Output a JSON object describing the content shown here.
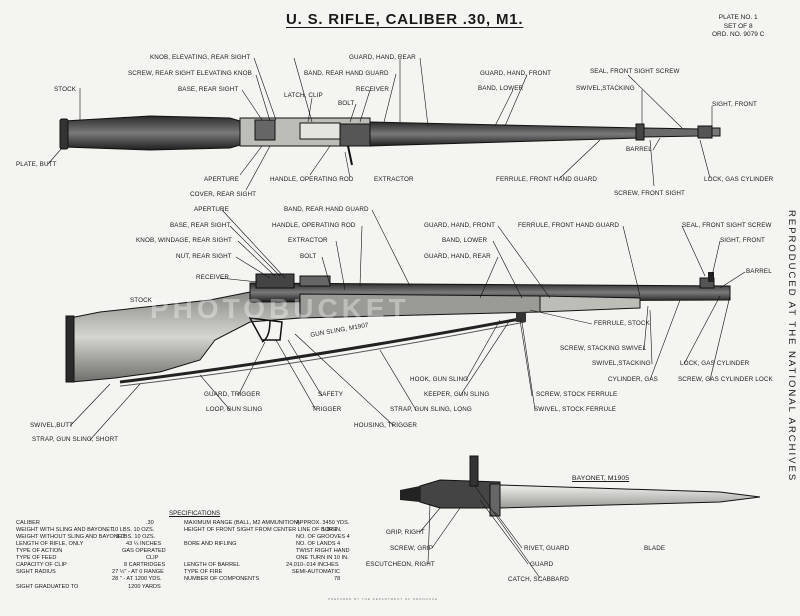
{
  "title": "U. S. RIFLE, CALIBER .30, M1.",
  "plate": {
    "line1": "PLATE NO. 1",
    "line2": "SET OF 8",
    "line3": "ORD. NO. 9079 C"
  },
  "side_text": "REPRODUCED AT THE NATIONAL ARCHIVES",
  "watermark": "PHOTOBUCKET",
  "labels_top": [
    {
      "id": "knob-elev",
      "text": "KNOB, ELEVATING, REAR SIGHT"
    },
    {
      "id": "screw-rear",
      "text": "SCREW, REAR SIGHT ELEVATING KNOB"
    },
    {
      "id": "base-rear",
      "text": "BASE, REAR SIGHT"
    },
    {
      "id": "stock",
      "text": "STOCK"
    },
    {
      "id": "plate-butt",
      "text": "PLATE, BUTT"
    },
    {
      "id": "aperture",
      "text": "APERTURE"
    },
    {
      "id": "cover-rear",
      "text": "COVER, REAR SIGHT"
    },
    {
      "id": "latch-clip",
      "text": "LATCH, CLIP"
    },
    {
      "id": "guard-hand-rear",
      "text": "GUARD, HAND, REAR"
    },
    {
      "id": "band-rear-guard",
      "text": "BAND, REAR HAND GUARD"
    },
    {
      "id": "receiver",
      "text": "RECEIVER"
    },
    {
      "id": "bolt",
      "text": "BOLT"
    },
    {
      "id": "handle-op",
      "text": "HANDLE, OPERATING ROD"
    },
    {
      "id": "extractor",
      "text": "EXTRACTOR"
    },
    {
      "id": "guard-hand-front",
      "text": "GUARD, HAND, FRONT"
    },
    {
      "id": "band-lower",
      "text": "BAND, LOWER"
    },
    {
      "id": "seal-front",
      "text": "SEAL, FRONT SIGHT SCREW"
    },
    {
      "id": "swivel-stacking",
      "text": "SWIVEL,STACKING"
    },
    {
      "id": "sight-front",
      "text": "SIGHT, FRONT"
    },
    {
      "id": "barrel",
      "text": "BARREL"
    },
    {
      "id": "ferrule-front",
      "text": "FERRULE, FRONT HAND GUARD"
    },
    {
      "id": "screw-front-sight",
      "text": "SCREW, FRONT SIGHT"
    },
    {
      "id": "lock-gas",
      "text": "LOCK, GAS CYLINDER"
    }
  ],
  "labels_mid": [
    {
      "id": "aperture",
      "text": "APERTURE"
    },
    {
      "id": "base-rear",
      "text": "BASE, REAR SIGHT"
    },
    {
      "id": "knob-windage",
      "text": "KNOB, WINDAGE, REAR SIGHT"
    },
    {
      "id": "nut-rear",
      "text": "NUT, REAR SIGHT"
    },
    {
      "id": "receiver",
      "text": "RECEIVER"
    },
    {
      "id": "stock",
      "text": "STOCK"
    },
    {
      "id": "band-rear-guard",
      "text": "BAND, REAR HAND GUARD"
    },
    {
      "id": "handle-op",
      "text": "HANDLE, OPERATING ROD"
    },
    {
      "id": "extractor",
      "text": "EXTRACTOR"
    },
    {
      "id": "bolt",
      "text": "BOLT"
    },
    {
      "id": "guard-hand-front",
      "text": "GUARD, HAND, FRONT"
    },
    {
      "id": "band-lower",
      "text": "BAND, LOWER"
    },
    {
      "id": "guard-hand-rear",
      "text": "GUARD, HAND, REAR"
    },
    {
      "id": "ferrule-front",
      "text": "FERRULE, FRONT HAND GUARD"
    },
    {
      "id": "seal-front",
      "text": "SEAL, FRONT SIGHT SCREW"
    },
    {
      "id": "sight-front",
      "text": "SIGHT, FRONT"
    },
    {
      "id": "barrel",
      "text": "BARREL"
    },
    {
      "id": "ferrule-stock",
      "text": "FERRULE, STOCK"
    },
    {
      "id": "screw-stacking",
      "text": "SCREW, STACKING SWIVEL"
    },
    {
      "id": "swivel-stacking",
      "text": "SWIVEL,STACKING"
    },
    {
      "id": "lock-gas",
      "text": "LOCK, GAS CYLINDER"
    },
    {
      "id": "cylinder-gas",
      "text": "CYLINDER, GAS"
    },
    {
      "id": "screw-gas",
      "text": "SCREW, GAS CYLINDER LOCK"
    },
    {
      "id": "gun-sling",
      "text": "GUN SLING, M1907"
    },
    {
      "id": "hook-sling",
      "text": "HOOK, GUN SLING"
    },
    {
      "id": "keeper-sling",
      "text": "KEEPER, GUN SLING"
    },
    {
      "id": "screw-stock-ferrule",
      "text": "SCREW, STOCK FERRULE"
    },
    {
      "id": "swivel-stock-ferrule",
      "text": "SWIVEL, STOCK FERRULE"
    },
    {
      "id": "guard-trigger",
      "text": "GUARD, TRIGGER"
    },
    {
      "id": "safety",
      "text": "SAFETY"
    },
    {
      "id": "loop-sling",
      "text": "LOOP, GUN SLING"
    },
    {
      "id": "trigger",
      "text": "TRIGGER"
    },
    {
      "id": "strap-long",
      "text": "STRAP, GUN SLING, LONG"
    },
    {
      "id": "housing-trigger",
      "text": "HOUSING, TRIGGER"
    },
    {
      "id": "swivel-butt",
      "text": "SWIVEL,BUTT"
    },
    {
      "id": "strap-short",
      "text": "STRAP, GUN SLING, SHORT"
    }
  ],
  "bayonet": {
    "title": "BAYONET, M1905",
    "labels": [
      {
        "id": "grip-right",
        "text": "GRIP, RIGHT"
      },
      {
        "id": "screw-grip",
        "text": "SCREW, GRIP"
      },
      {
        "id": "escutcheon",
        "text": "ESCUTCHEON, RIGHT"
      },
      {
        "id": "rivet-guard",
        "text": "RIVET, GUARD"
      },
      {
        "id": "guard",
        "text": "GUARD"
      },
      {
        "id": "blade",
        "text": "BLADE"
      },
      {
        "id": "catch",
        "text": "CATCH, SCABBARD"
      }
    ]
  },
  "specifications": {
    "header": "SPECIFICATIONS",
    "left": [
      {
        "label": "CALIBER",
        "value": ".30"
      },
      {
        "label": "WEIGHT WITH SLING AND BAYONET",
        "value": "10 LBS. 10 OZS."
      },
      {
        "label": "WEIGHT WITHOUT SLING AND BAYONET",
        "value": "9 LBS. 10 OZS."
      },
      {
        "label": "LENGTH OF RIFLE, ONLY",
        "value": "43 ¼ INCHES"
      },
      {
        "label": "TYPE OF ACTION",
        "value": "GAS OPERATED"
      },
      {
        "label": "TYPE OF FEED",
        "value": "CLIP"
      },
      {
        "label": "CAPACITY OF CLIP",
        "value": "8 CARTRIDGES"
      },
      {
        "label": "SIGHT RADIUS",
        "value": "27 ½\" - AT 0 RANGE"
      },
      {
        "label": "",
        "value": "28 \" - AT 1200 YDS."
      },
      {
        "label": "SIGHT GRADUATED TO",
        "value": "1200 YARDS"
      }
    ],
    "right": [
      {
        "label": "MAXIMUM RANGE (BALL, M2 AMMUNITION)",
        "value": "APPROX. 3450 YDS."
      },
      {
        "label": "HEIGHT OF FRONT SIGHT FROM CENTER LINE OF BORE",
        "value": "1.07 IN."
      },
      {
        "label": "",
        "value": "NO. OF GROOVES 4"
      },
      {
        "label": "BORE AND RIFLING",
        "value": "NO. OF LANDS 4"
      },
      {
        "label": "",
        "value": "TWIST RIGHT HAND"
      },
      {
        "label": "",
        "value": "ONE TURN IN 10 IN."
      },
      {
        "label": "LENGTH OF BARREL",
        "value": "24.010-.014 INCHES"
      },
      {
        "label": "TYPE OF FIRE",
        "value": "SEMI-AUTOMATIC"
      },
      {
        "label": "NUMBER OF COMPONENTS",
        "value": "78"
      }
    ]
  },
  "footer": "PREPARED BY THE DEPARTMENT OF ORDNANCE"
}
